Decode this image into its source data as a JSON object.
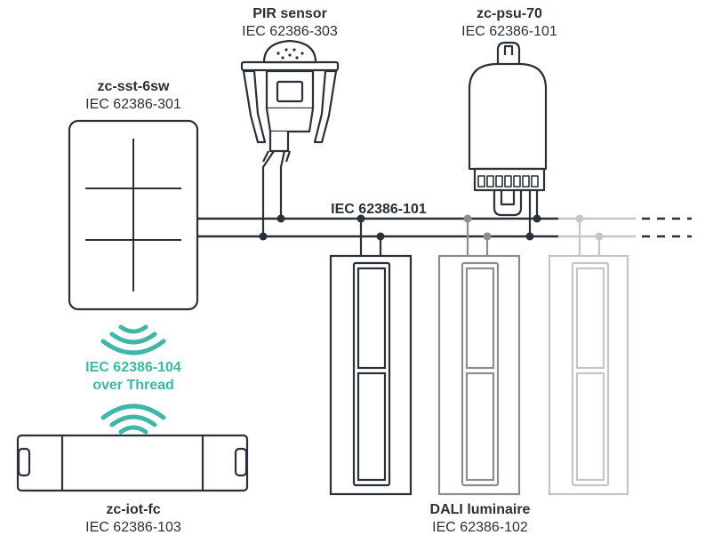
{
  "colors": {
    "ink": "#2b3038",
    "mid_gray": "#8a8d92",
    "light_gray": "#c3c5c8",
    "teal": "#3db8a6"
  },
  "labels": {
    "pir_title": "PIR sensor",
    "pir_std": "IEC 62386-303",
    "psu_title": "zc-psu-70",
    "psu_std": "IEC 62386-101",
    "switch_title": "zc-sst-6sw",
    "switch_std": "IEC 62386-301",
    "bus_label": "IEC 62386-101",
    "wireless_std": "IEC 62386-104",
    "wireless_medium": "over Thread",
    "iot_title": "zc-iot-fc",
    "iot_std": "IEC 62386-103",
    "luminaire_title": "DALI luminaire",
    "luminaire_std": "IEC 62386-102"
  },
  "icons": {
    "wifi_up": "wireless-signal-icon",
    "wifi_down": "wireless-signal-icon"
  }
}
